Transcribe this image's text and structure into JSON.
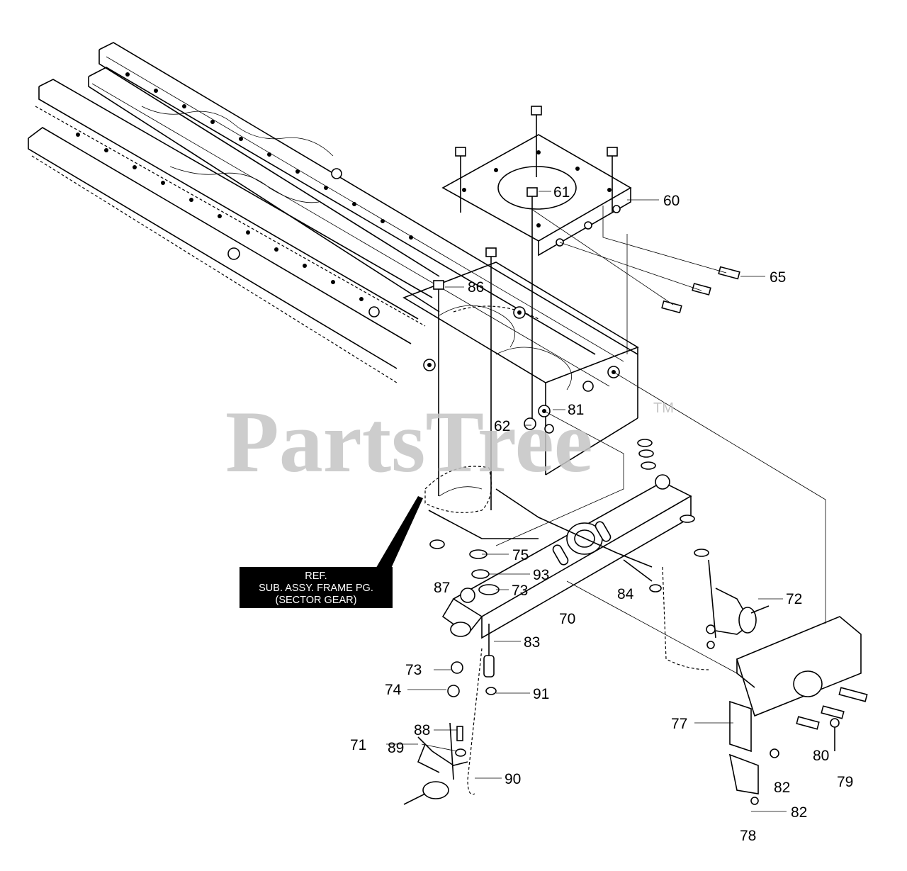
{
  "watermark": {
    "text": "PartsTree",
    "trademark": "TM"
  },
  "ref_box": {
    "lines": [
      "REF.",
      "SUB. ASSY. FRAME PG.",
      "(SECTOR GEAR)"
    ]
  },
  "callouts": [
    {
      "id": "c60",
      "label": "60"
    },
    {
      "id": "c61",
      "label": "61"
    },
    {
      "id": "c62",
      "label": "62"
    },
    {
      "id": "c65",
      "label": "65"
    },
    {
      "id": "c86",
      "label": "86"
    },
    {
      "id": "c81",
      "label": "81"
    },
    {
      "id": "c75",
      "label": "75"
    },
    {
      "id": "c93",
      "label": "93"
    },
    {
      "id": "c73a",
      "label": "73"
    },
    {
      "id": "c87",
      "label": "87"
    },
    {
      "id": "c84",
      "label": "84"
    },
    {
      "id": "c72",
      "label": "72"
    },
    {
      "id": "c70",
      "label": "70"
    },
    {
      "id": "c83",
      "label": "83"
    },
    {
      "id": "c73b",
      "label": "73"
    },
    {
      "id": "c74",
      "label": "74"
    },
    {
      "id": "c91",
      "label": "91"
    },
    {
      "id": "c88",
      "label": "88"
    },
    {
      "id": "c89",
      "label": "89"
    },
    {
      "id": "c71",
      "label": "71"
    },
    {
      "id": "c90",
      "label": "90"
    },
    {
      "id": "c77",
      "label": "77"
    },
    {
      "id": "c80",
      "label": "80"
    },
    {
      "id": "c79",
      "label": "79"
    },
    {
      "id": "c82a",
      "label": "82"
    },
    {
      "id": "c82b",
      "label": "82"
    },
    {
      "id": "c78",
      "label": "78"
    }
  ]
}
